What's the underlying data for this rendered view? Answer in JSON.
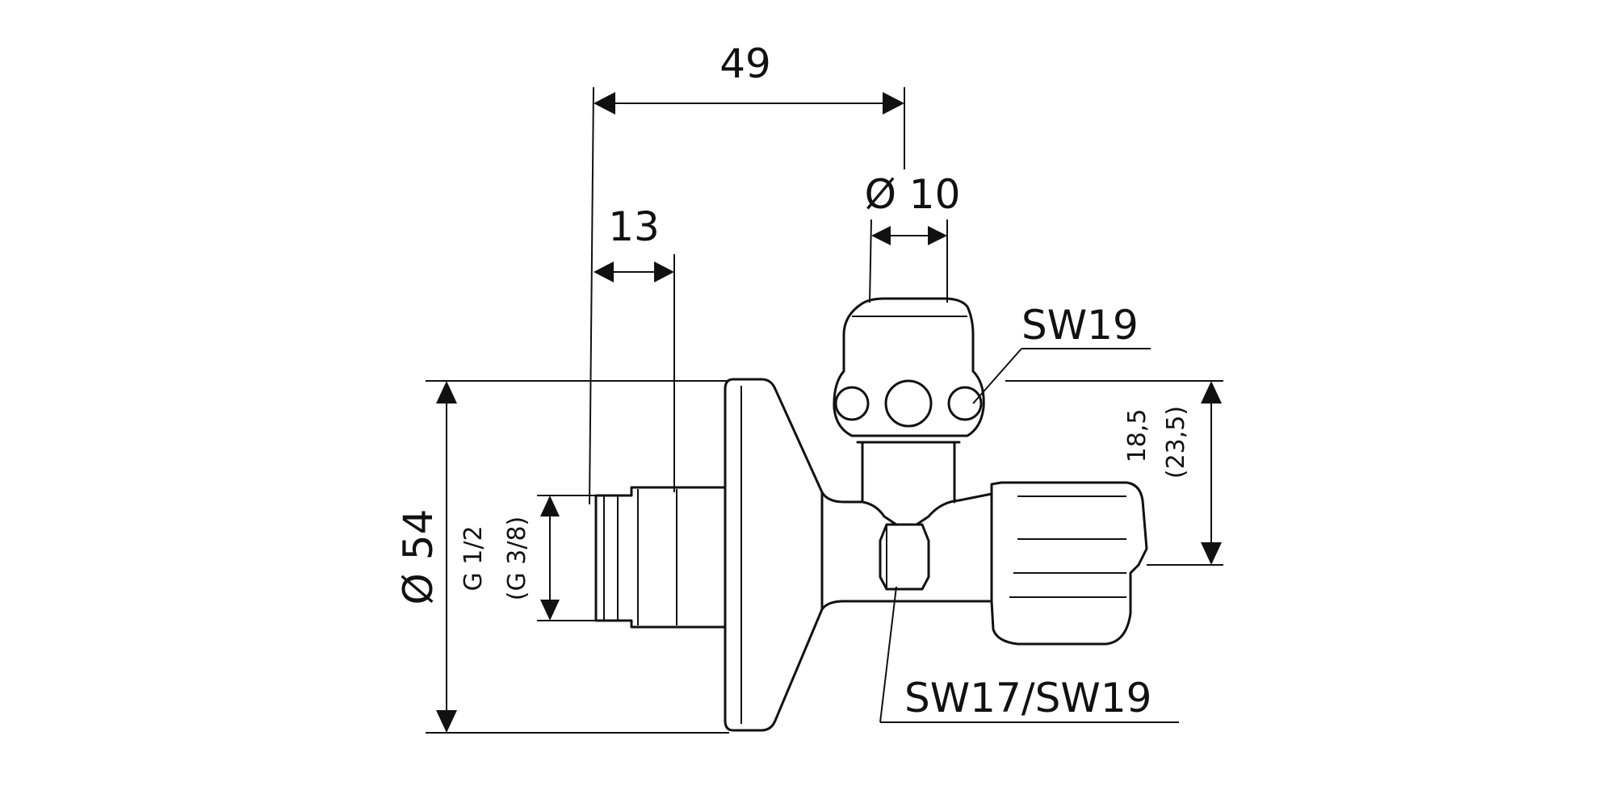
{
  "diagram": {
    "dimensions": {
      "offset_49": "49",
      "thread_length_13": "13",
      "outlet_diameter": "Ø 10",
      "rosette_diameter": "Ø 54",
      "thread_main": "G 1/2",
      "thread_alt": "(G 3/8)",
      "height_main": "18,5",
      "height_alt": "(23,5)"
    },
    "callouts": {
      "outlet_wrench": "SW19",
      "body_wrench": "SW17/SW19"
    }
  }
}
